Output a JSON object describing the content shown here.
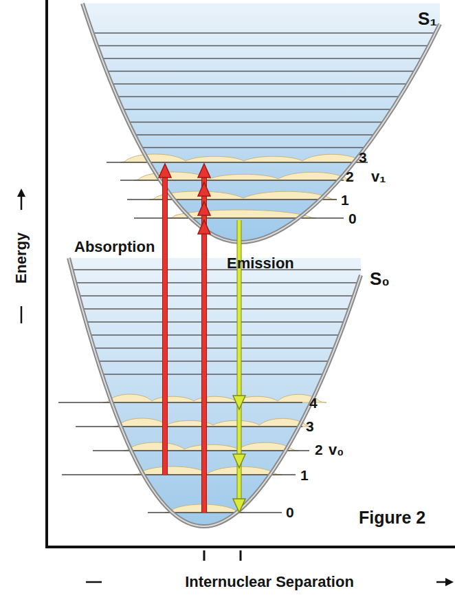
{
  "diagram": {
    "caption": "Figure 2",
    "labels": [
      "S₁",
      "3",
      "2",
      "1",
      "0",
      "v₁",
      "Absorption",
      "Emission",
      "S₀",
      "4",
      "3",
      "2",
      "v₀",
      "1",
      "0",
      "Energy",
      "Internuclear Separation"
    ]
  }
}
